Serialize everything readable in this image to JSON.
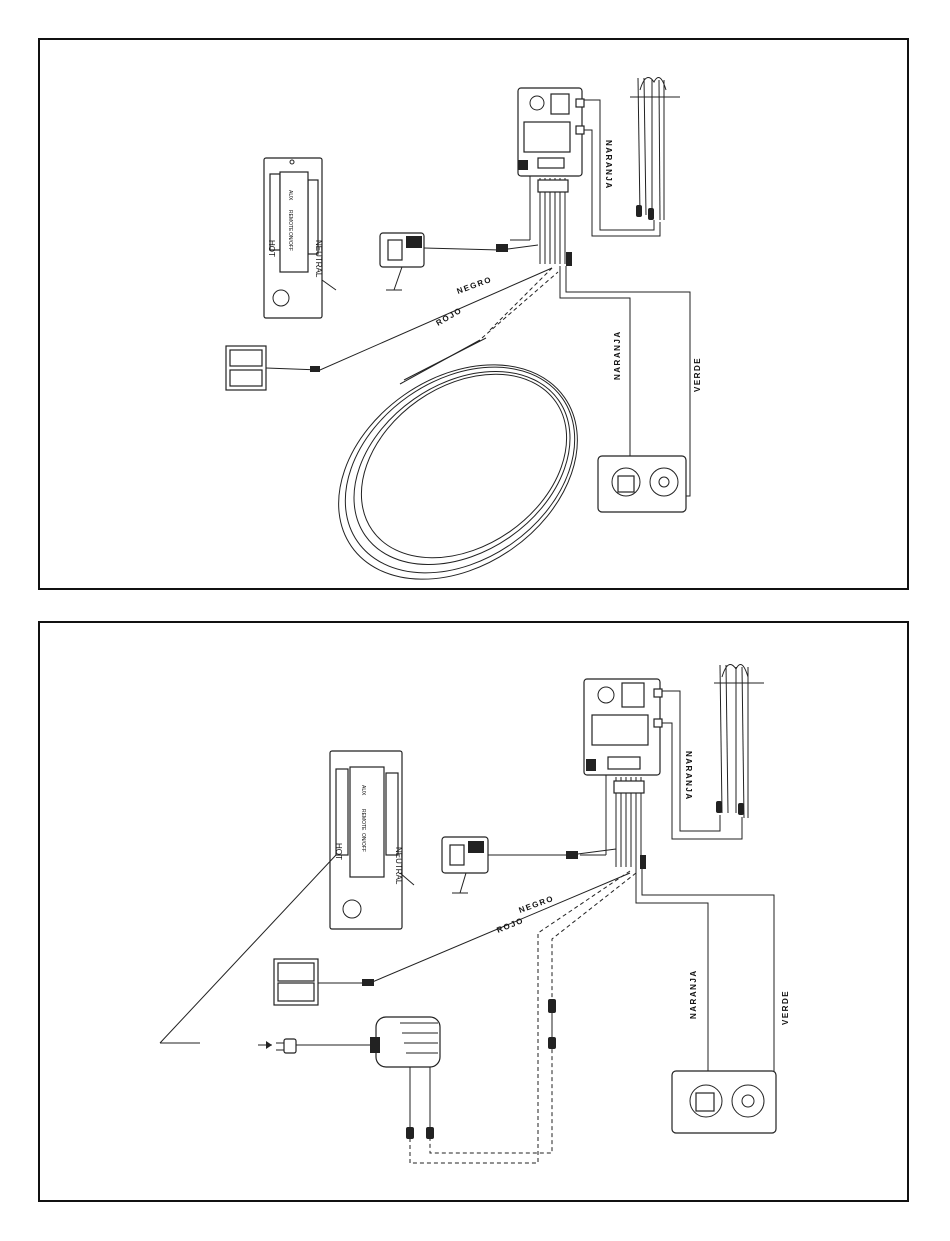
{
  "panels": [
    {
      "labels": {
        "naranja_top": "NARANJA",
        "negro": "NEGRO",
        "rojo": "ROJO",
        "naranja_valve": "NARANJA",
        "verde": "VERDE",
        "hot": "HOT",
        "neutral": "NEUTRAL"
      }
    },
    {
      "labels": {
        "naranja_top": "NARANJA",
        "negro": "NEGRO",
        "rojo": "ROJO",
        "naranja_valve": "NARANJA",
        "verde": "VERDE",
        "hot": "HOT",
        "neutral": "NEUTRAL"
      }
    }
  ],
  "icons": [
    "control-module-icon",
    "pilot-assembly-icon",
    "wall-switch-icon",
    "remote-receiver-icon",
    "battery-pack-icon",
    "gas-valve-icon",
    "wire-coil-icon",
    "ac-adapter-icon",
    "wall-plug-icon"
  ]
}
